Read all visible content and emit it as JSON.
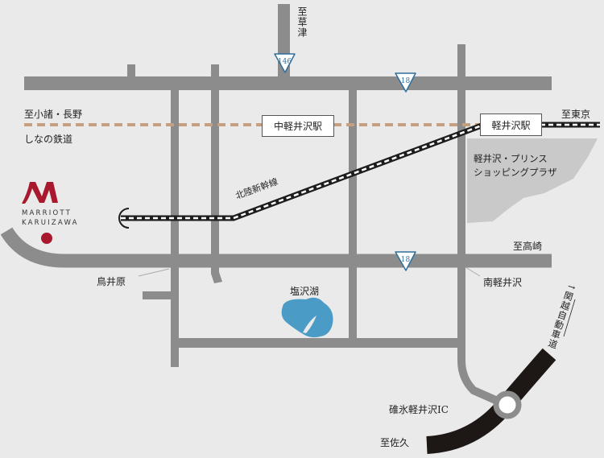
{
  "colors": {
    "background": "#ebeaea",
    "road": "#8c8c8c",
    "rail_local": "#c4a07e",
    "rail_shinkansen": "#1d1d1d",
    "lake": "#4a9cc6",
    "plaza": "#c9c9c9",
    "brand": "#a8192e",
    "expressway": "#1d1816",
    "route_shield": "#2f6e9c"
  },
  "directions": {
    "kusatsu": "至草津",
    "komoro_nagano": "至小諸・長野",
    "tokyo": "至東京",
    "takasaki": "至高崎",
    "saku": "至佐久"
  },
  "railways": {
    "shinano": "しなの鉄道",
    "hokuriku_shinkansen": "北陸新幹線"
  },
  "stations": {
    "naka_karuizawa": "中軽井沢駅",
    "karuizawa": "軽井沢駅"
  },
  "routes": {
    "r146": "146",
    "r18_north": "18",
    "r18_south": "18"
  },
  "landmarks": {
    "plaza_line1": "軽井沢・プリンス",
    "plaza_line2": "ショッピングプラザ",
    "lake": "塩沢湖",
    "toriibara": "鳥井原",
    "minami_karuizawa": "南軽井沢",
    "ic": "碓氷軽井沢IC",
    "expressway": "↑関越自動車道"
  },
  "hotel": {
    "line1": "MARRIOTT",
    "line2": "KARUIZAWA"
  }
}
